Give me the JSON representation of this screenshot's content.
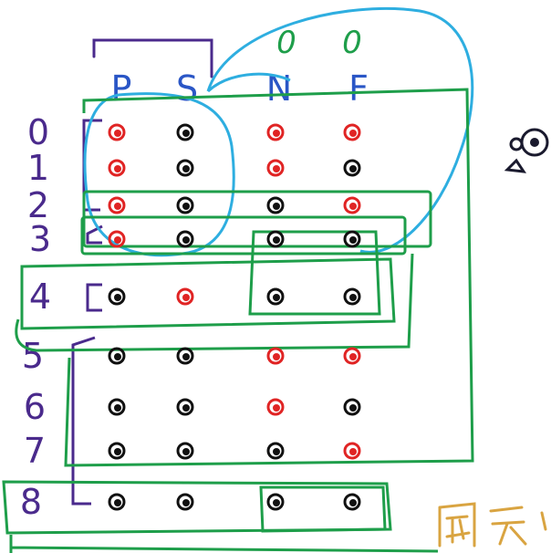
{
  "diagram": {
    "columns": [
      {
        "label": "P"
      },
      {
        "label": "S"
      },
      {
        "label": "N"
      },
      {
        "label": "F"
      }
    ],
    "top_annotations": [
      "0",
      "0"
    ],
    "rows": [
      {
        "label": "0",
        "cells": [
          "red",
          "black",
          "red",
          "red"
        ]
      },
      {
        "label": "1",
        "cells": [
          "red",
          "black",
          "red",
          "black"
        ]
      },
      {
        "label": "2",
        "cells": [
          "red",
          "black",
          "black",
          "red"
        ]
      },
      {
        "label": "3",
        "cells": [
          "red",
          "black",
          "black",
          "black"
        ]
      },
      {
        "label": "4",
        "cells": [
          "black",
          "red",
          "black",
          "black"
        ]
      },
      {
        "label": "5",
        "cells": [
          "black",
          "black",
          "red",
          "red"
        ]
      },
      {
        "label": "6",
        "cells": [
          "black",
          "black",
          "red",
          "black"
        ]
      },
      {
        "label": "7",
        "cells": [
          "black",
          "black",
          "black",
          "red"
        ]
      },
      {
        "label": "8",
        "cells": [
          "black",
          "black",
          "black",
          "black"
        ]
      }
    ],
    "colors": {
      "red_dot": "#e02424",
      "black_dot": "#111111",
      "purple_ink": "#4a2a8c",
      "green_ink": "#1e9e4a",
      "cyan_ink": "#2eaee0",
      "orange_ink": "#d9a441",
      "dark_ink": "#1a1a2e"
    },
    "side_note_icon": "eye-and-hand-sketch",
    "bottom_right_note_icon": "handwritten-glyph-scribble"
  }
}
